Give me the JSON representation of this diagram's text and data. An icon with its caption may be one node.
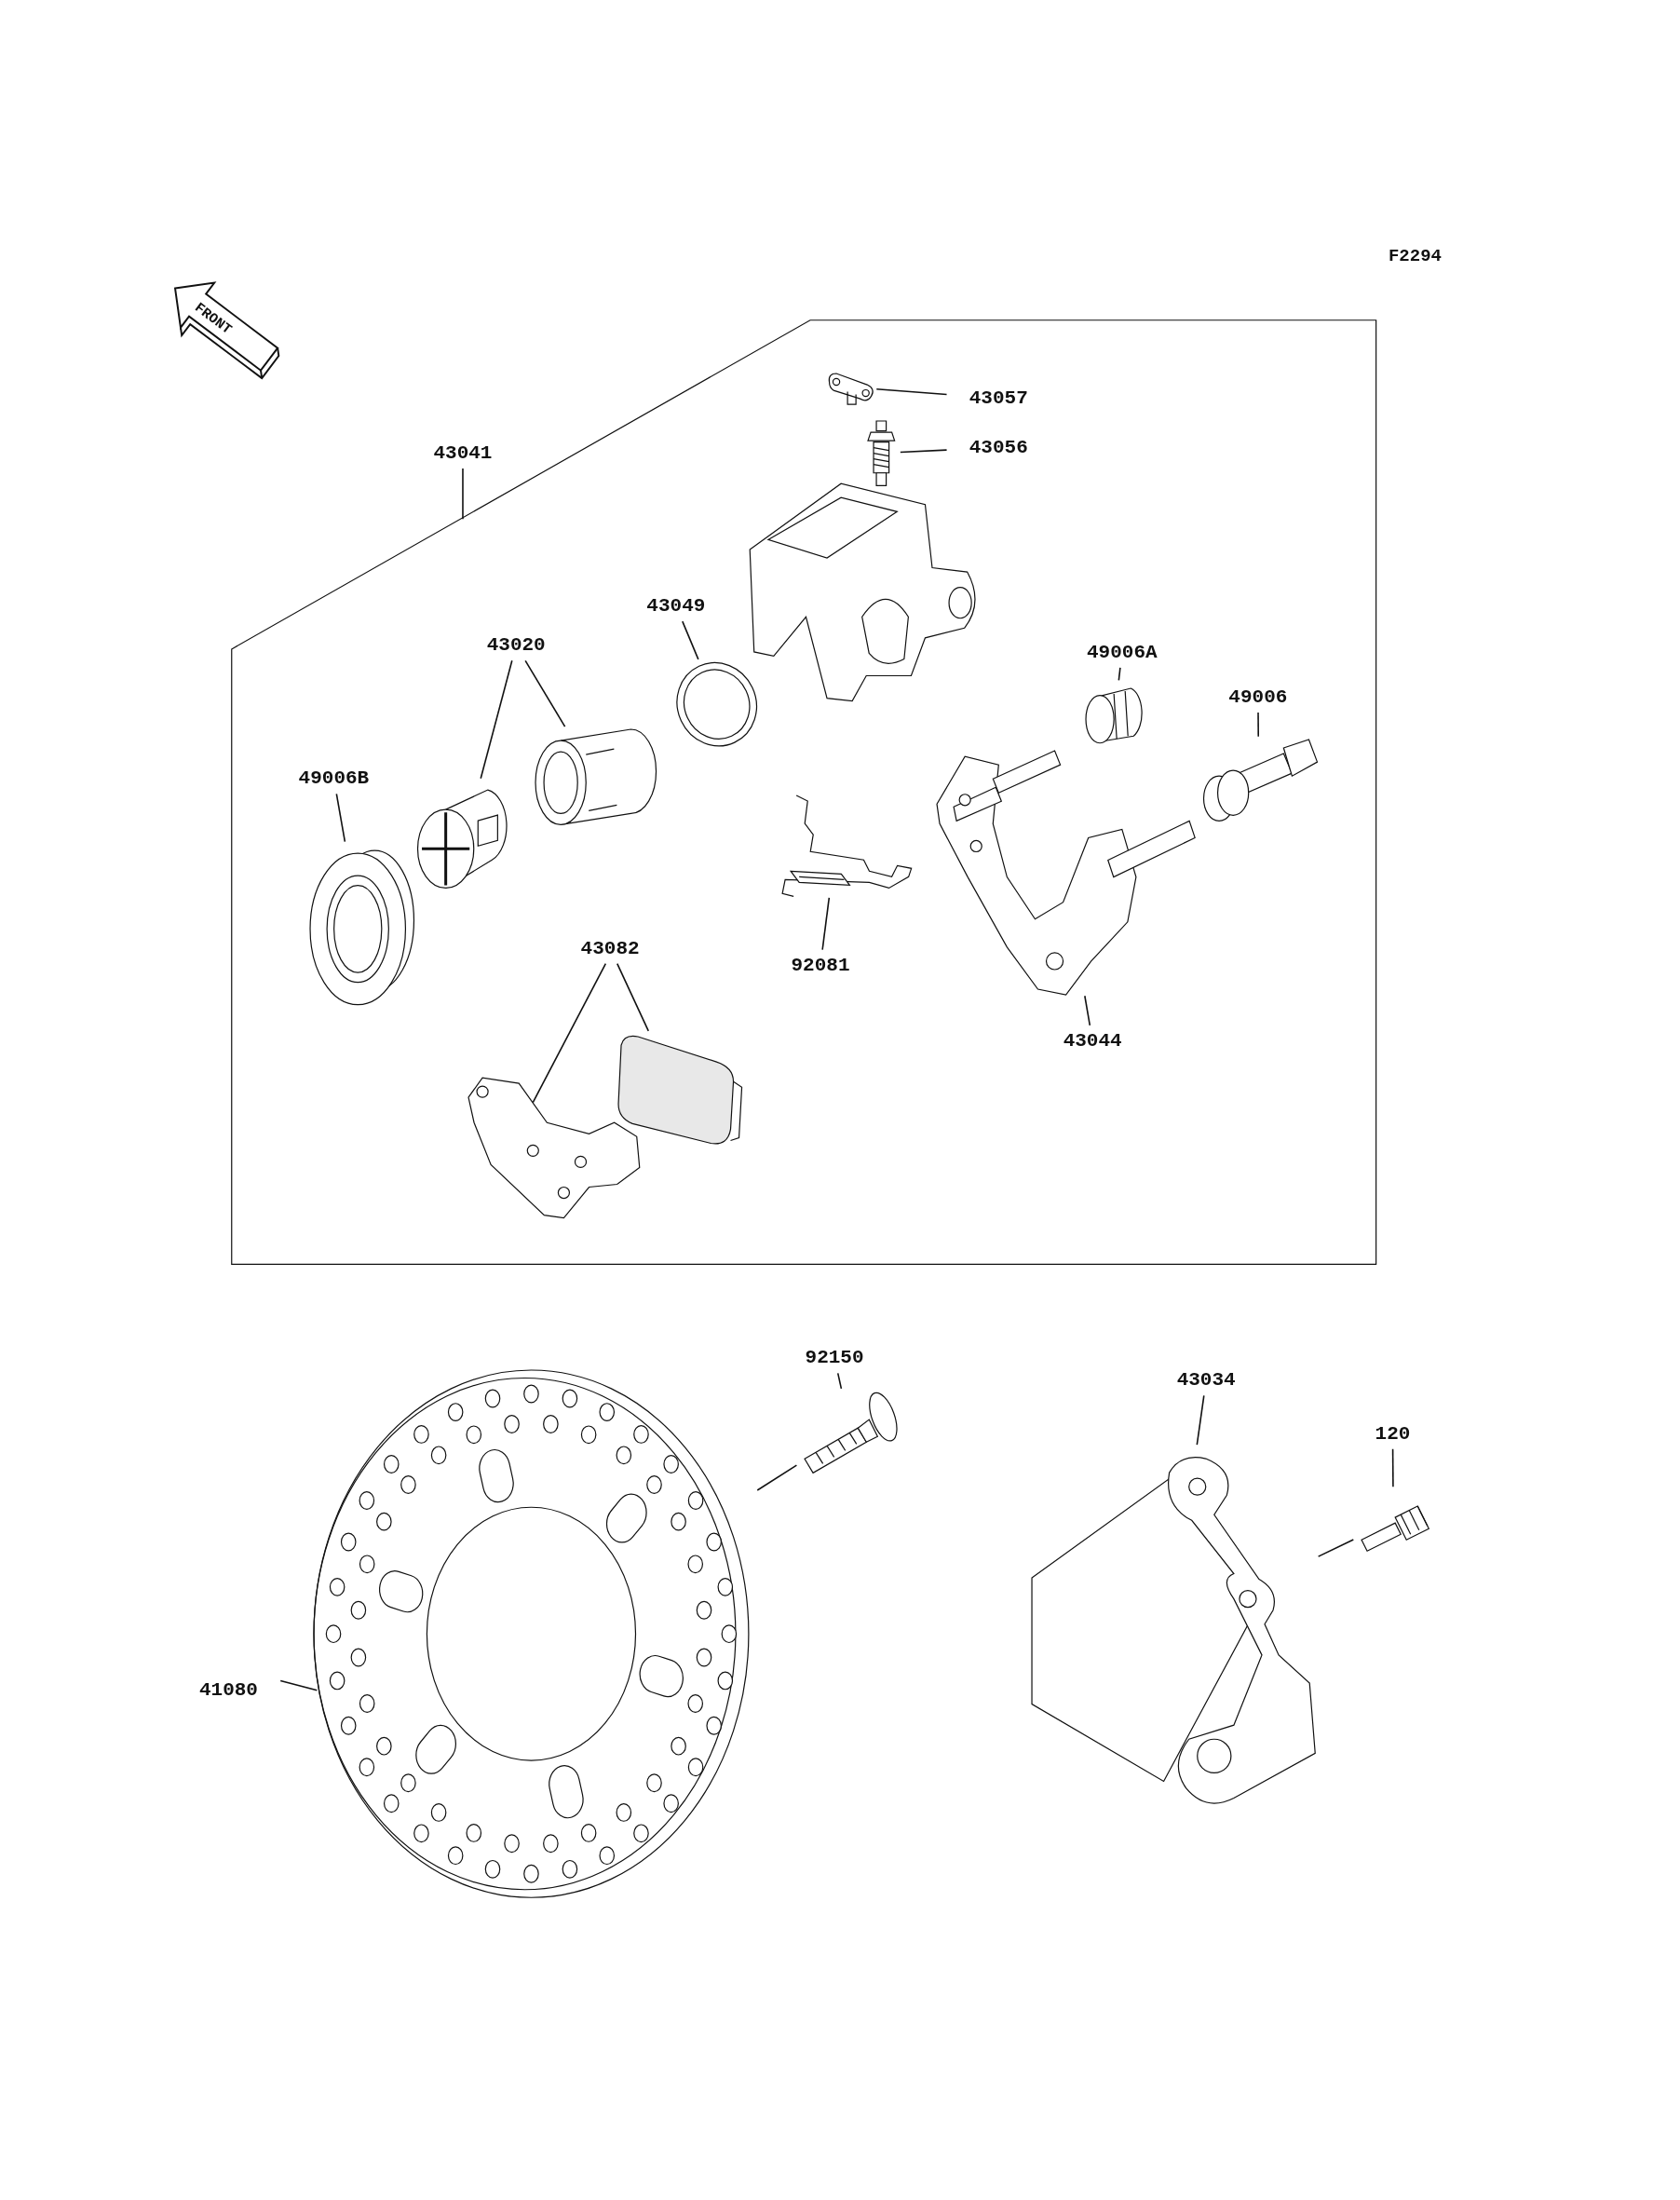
{
  "diagram": {
    "nodes": [
      {
        "text": [
          "43041"
        ]
      },
      {
        "text": [],
        "shape": "box"
      },
      {
        "text": [
          "43057"
        ],
        "in": 1
      },
      {
        "text": [],
        "shape": "picture",
        "in": 1
      },
      {
        "text": [
          "43056"
        ],
        "in": 1
      },
      {
        "text": [],
        "shape": "picture",
        "in": 1
      },
      {
        "text": [
          "43049"
        ],
        "in": 1
      },
      {
        "text": [],
        "shape": "picture",
        "in": 1
      },
      {
        "text": [
          "43020"
        ],
        "in": 1
      },
      {
        "text": [],
        "shape": "picture",
        "in": 1
      },
      {
        "text": [],
        "shape": "picture",
        "in": 1
      },
      {
        "text": [
          "49006B"
        ],
        "in": 1
      },
      {
        "text": [],
        "shape": "picture",
        "in": 1
      },
      {
        "text": [
          "49006A"
        ],
        "in": 1
      },
      {
        "text": [],
        "shape": "picture",
        "in": 1
      },
      {
        "text": [
          "49006"
        ],
        "in": 1
      },
      {
        "text": [],
        "shape": "picture",
        "in": 1
      },
      {
        "text": [
          "92081"
        ],
        "in": 1
      },
      {
        "text": [],
        "shape": "picture",
        "in": 1
      },
      {
        "text": [
          "43044"
        ],
        "in": 1
      },
      {
        "text": [],
        "shape": "picture",
        "in": 1
      },
      {
        "text": [
          "43082"
        ],
        "in": 1
      },
      {
        "text": [],
        "shape": "picture",
        "in": 1
      },
      {
        "text": [],
        "shape": "picture",
        "in": 1
      },
      {
        "text": [
          "92150"
        ]
      },
      {
        "text": [],
        "shape": "picture"
      },
      {
        "text": [
          "41080"
        ]
      },
      {
        "text": [],
        "shape": "picture"
      },
      {
        "text": [
          "43034"
        ]
      },
      {
        "text": [],
        "shape": "picture"
      },
      {
        "text": [
          "120"
        ]
      },
      {
        "text": [],
        "shape": "picture"
      }
    ],
    "edges": [
      {
        "from": 0,
        "to": 1,
        "arrow": "none"
      },
      {
        "from": 2,
        "to": 3,
        "arrow": "none"
      },
      {
        "from": 4,
        "to": 5,
        "arrow": "none"
      },
      {
        "from": 6,
        "to": 7,
        "arrow": "none"
      },
      {
        "from": 8,
        "to": 9,
        "arrow": "none"
      },
      {
        "from": 8,
        "to": 10,
        "arrow": "none"
      },
      {
        "from": 11,
        "to": 12,
        "arrow": "none"
      },
      {
        "from": 13,
        "to": 14,
        "arrow": "none"
      },
      {
        "from": 15,
        "to": 16,
        "arrow": "none"
      },
      {
        "from": 17,
        "to": 18,
        "arrow": "none"
      },
      {
        "from": 19,
        "to": 20,
        "arrow": "none"
      },
      {
        "from": 21,
        "to": 22,
        "arrow": "none"
      },
      {
        "from": 21,
        "to": 23,
        "arrow": "none"
      },
      {
        "from": 24,
        "to": 25,
        "arrow": "none"
      },
      {
        "from": 25,
        "to": 27,
        "arrow": "none"
      },
      {
        "from": 26,
        "to": 27,
        "arrow": "none"
      },
      {
        "from": 28,
        "to": 29,
        "arrow": "none"
      },
      {
        "from": 30,
        "to": 31,
        "arrow": "none"
      },
      {
        "from": 31,
        "to": 29,
        "arrow": "none"
      }
    ],
    "labels": [
      "F2294",
      "FRONT"
    ]
  }
}
